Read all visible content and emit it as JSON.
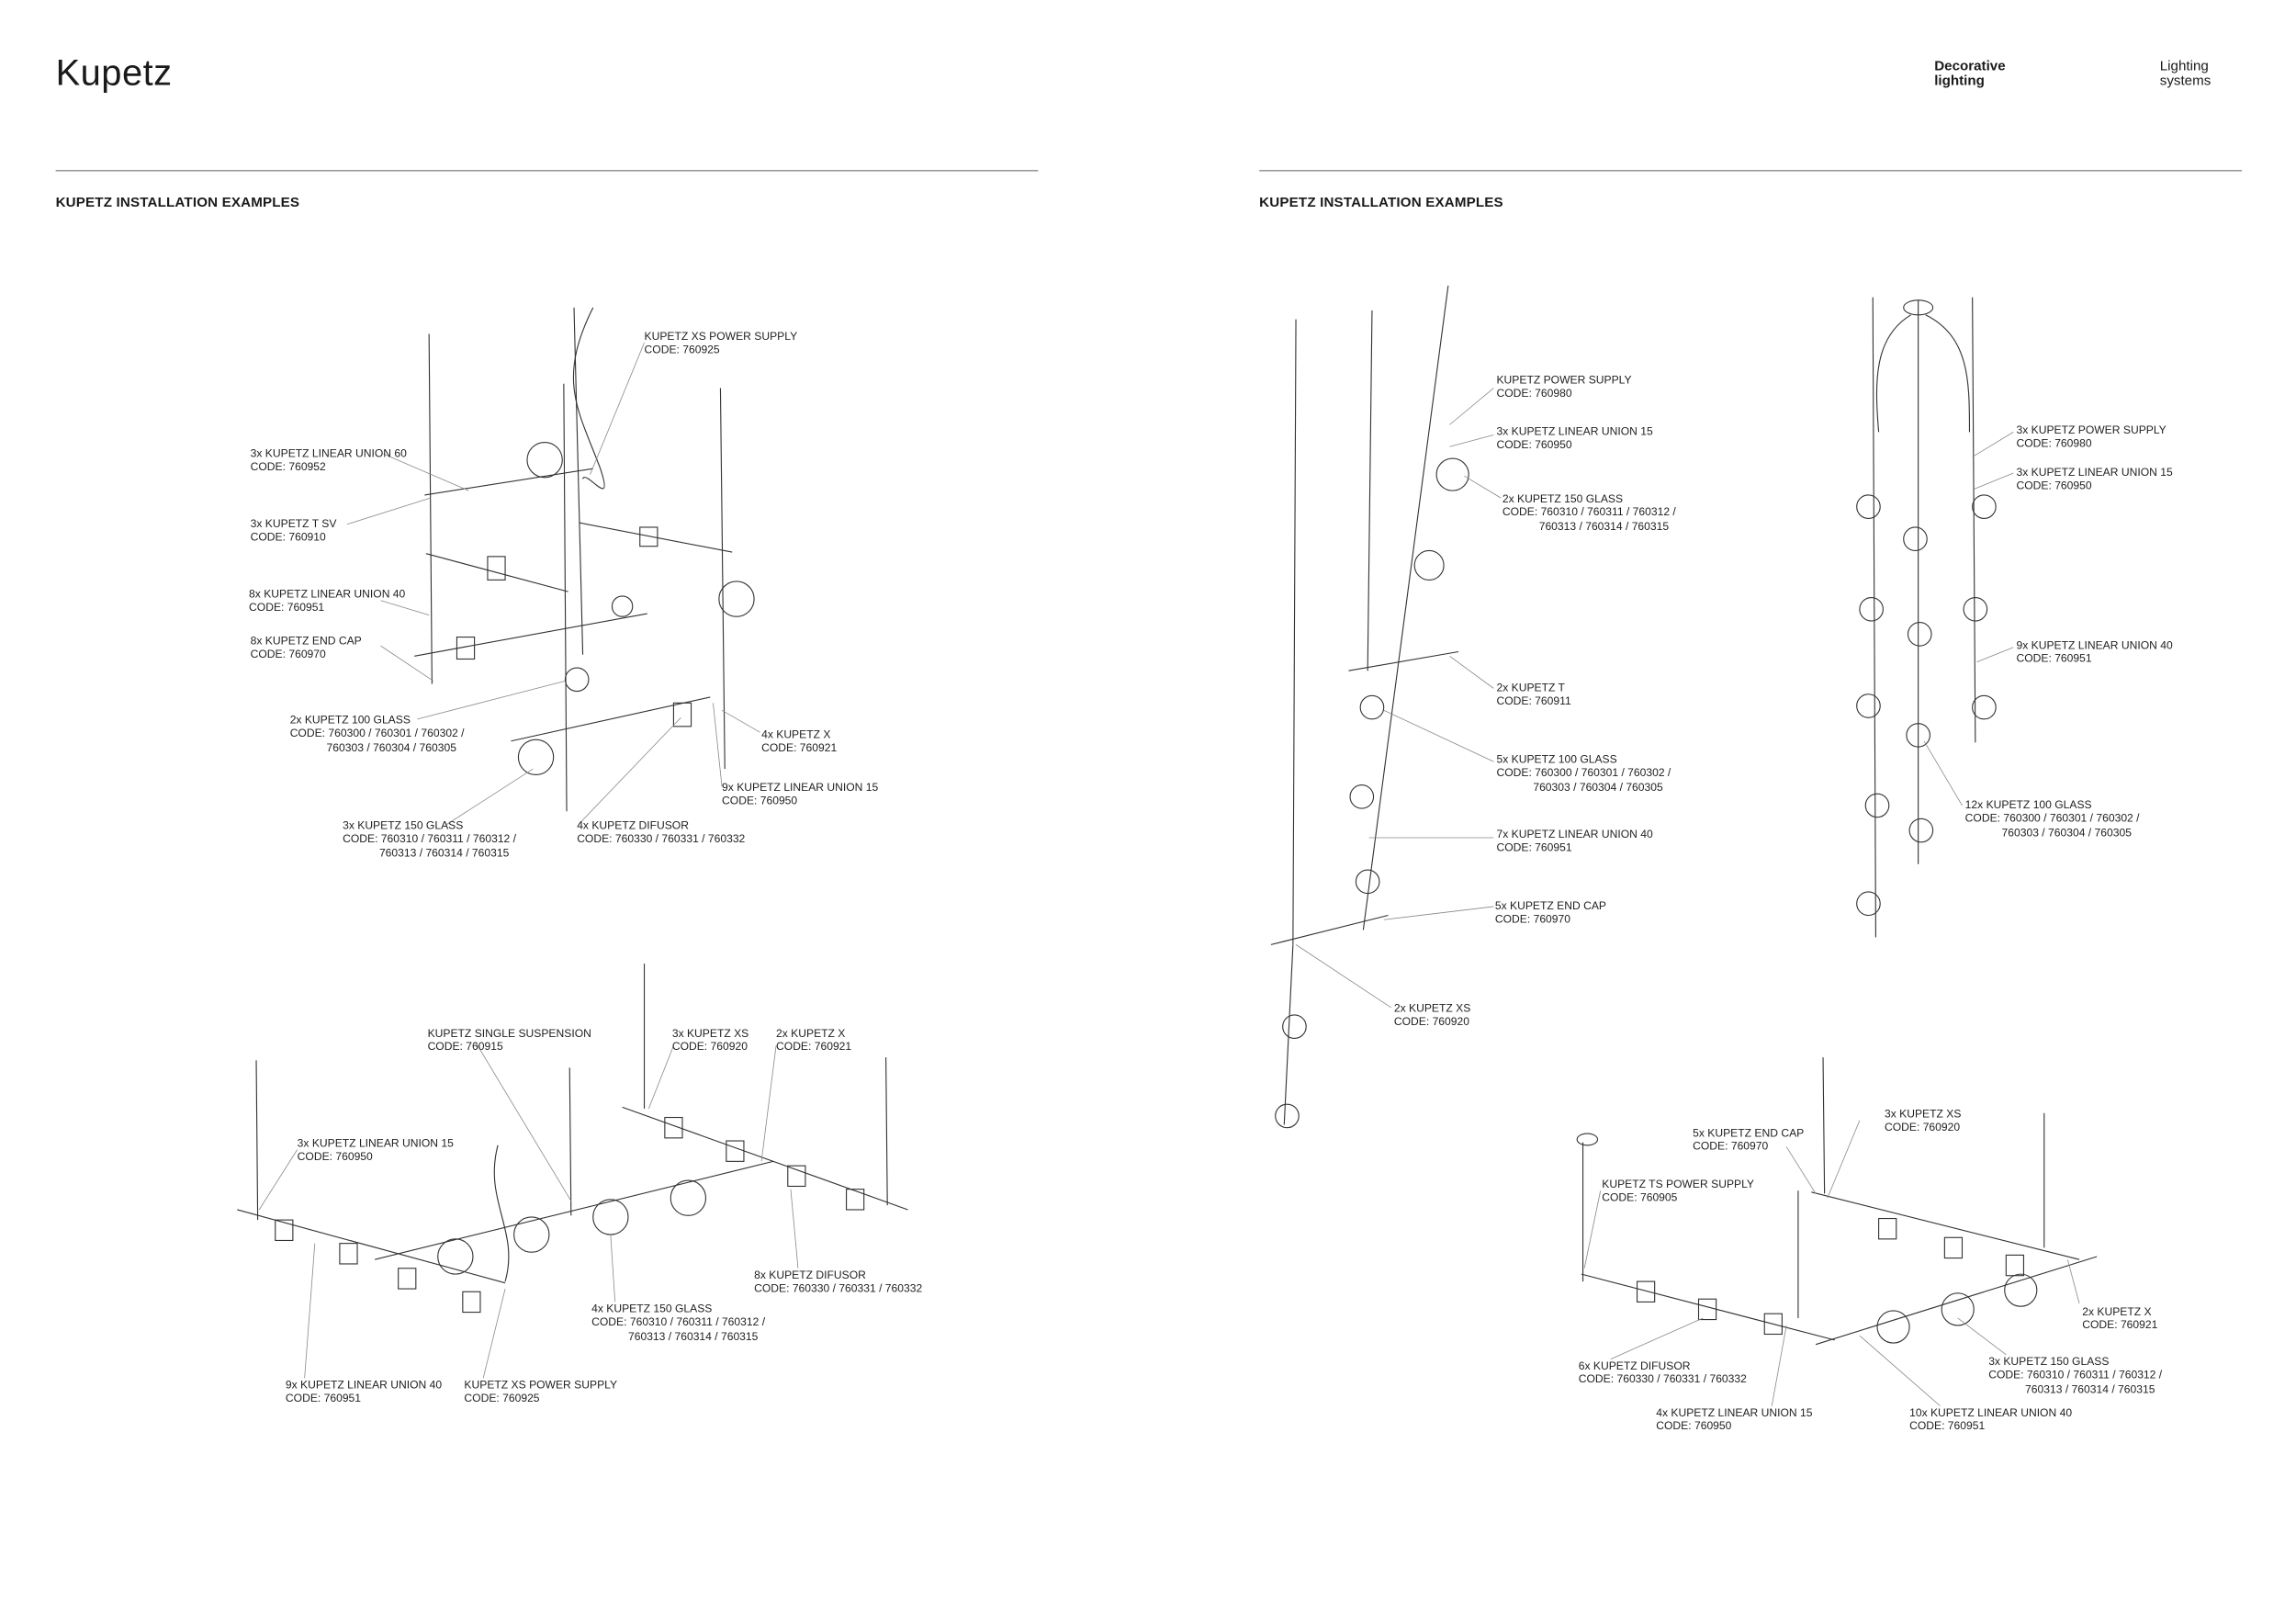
{
  "header": {
    "logo": "Kupetz",
    "nav": [
      {
        "label": "Decorative lighting",
        "active": true
      },
      {
        "label": "Lighting systems",
        "active": false
      }
    ]
  },
  "pages": [
    {
      "section_title": "KUPETZ INSTALLATION EXAMPLES"
    },
    {
      "section_title": "KUPETZ INSTALLATION EXAMPLES"
    }
  ],
  "labels": [
    {
      "title": "KUPETZ XS POWER SUPPLY",
      "code": [
        "CODE: 760925"
      ]
    },
    {
      "title": "3x KUPETZ LINEAR UNION 60",
      "code": [
        "CODE: 760952"
      ]
    },
    {
      "title": "3x KUPETZ T SV",
      "code": [
        "CODE: 760910"
      ]
    },
    {
      "title": "8x KUPETZ LINEAR UNION 40",
      "code": [
        "CODE: 760951"
      ]
    },
    {
      "title": "8x KUPETZ END CAP",
      "code": [
        "CODE: 760970"
      ]
    },
    {
      "title": "2x KUPETZ 100 GLASS",
      "code": [
        "CODE: 760300 / 760301 / 760302 /",
        "760303 / 760304 / 760305"
      ]
    },
    {
      "title": "4x KUPETZ X",
      "code": [
        "CODE: 760921"
      ]
    },
    {
      "title": "9x KUPETZ LINEAR UNION 15",
      "code": [
        "CODE: 760950"
      ]
    },
    {
      "title": "3x KUPETZ 150 GLASS",
      "code": [
        "CODE: 760310 / 760311 / 760312 /",
        "760313 / 760314 / 760315"
      ]
    },
    {
      "title": "4x KUPETZ DIFUSOR",
      "code": [
        "CODE: 760330 / 760331 / 760332"
      ]
    },
    {
      "title": "KUPETZ SINGLE SUSPENSION",
      "code": [
        "CODE: 760915"
      ]
    },
    {
      "title": "3x KUPETZ XS",
      "code": [
        "CODE: 760920"
      ]
    },
    {
      "title": "2x KUPETZ X",
      "code": [
        "CODE: 760921"
      ]
    },
    {
      "title": "3x KUPETZ LINEAR UNION 15",
      "code": [
        "CODE: 760950"
      ]
    },
    {
      "title": "8x KUPETZ DIFUSOR",
      "code": [
        "CODE: 760330 / 760331 / 760332"
      ]
    },
    {
      "title": "4x KUPETZ 150 GLASS",
      "code": [
        "CODE: 760310 / 760311 / 760312 /",
        "760313 / 760314 / 760315"
      ]
    },
    {
      "title": "9x KUPETZ LINEAR UNION 40",
      "code": [
        "CODE: 760951"
      ]
    },
    {
      "title": "KUPETZ XS POWER SUPPLY",
      "code": [
        "CODE: 760925"
      ]
    },
    {
      "title": "KUPETZ POWER SUPPLY",
      "code": [
        "CODE: 760980"
      ]
    },
    {
      "title": "3x KUPETZ LINEAR UNION 15",
      "code": [
        "CODE: 760950"
      ]
    },
    {
      "title": "2x KUPETZ 150 GLASS",
      "code": [
        "CODE: 760310 / 760311 / 760312 /",
        "760313 / 760314 / 760315"
      ]
    },
    {
      "title": "2x KUPETZ T",
      "code": [
        "CODE: 760911"
      ]
    },
    {
      "title": "5x KUPETZ 100 GLASS",
      "code": [
        "CODE: 760300 / 760301 / 760302 /",
        "760303 / 760304 / 760305"
      ]
    },
    {
      "title": "7x KUPETZ LINEAR UNION 40",
      "code": [
        "CODE: 760951"
      ]
    },
    {
      "title": "5x KUPETZ END CAP",
      "code": [
        "CODE: 760970"
      ]
    },
    {
      "title": "2x KUPETZ XS",
      "code": [
        "CODE: 760920"
      ]
    },
    {
      "title": "3x KUPETZ POWER SUPPLY",
      "code": [
        "CODE: 760980"
      ]
    },
    {
      "title": "3x KUPETZ LINEAR UNION 15",
      "code": [
        "CODE: 760950"
      ]
    },
    {
      "title": "9x KUPETZ LINEAR UNION 40",
      "code": [
        "CODE: 760951"
      ]
    },
    {
      "title": "12x KUPETZ 100 GLASS",
      "code": [
        "CODE: 760300 / 760301 / 760302 /",
        "760303 / 760304 / 760305"
      ]
    },
    {
      "title": "5x KUPETZ END CAP",
      "code": [
        "CODE: 760970"
      ]
    },
    {
      "title": "3x KUPETZ XS",
      "code": [
        "CODE: 760920"
      ]
    },
    {
      "title": "KUPETZ TS POWER SUPPLY",
      "code": [
        "CODE: 760905"
      ]
    },
    {
      "title": "2x KUPETZ X",
      "code": [
        "CODE: 760921"
      ]
    },
    {
      "title": "6x KUPETZ DIFUSOR",
      "code": [
        "CODE: 760330 / 760331 / 760332"
      ]
    },
    {
      "title": "3x KUPETZ 150 GLASS",
      "code": [
        "CODE: 760310 / 760311 / 760312 /",
        "760313 / 760314 / 760315"
      ]
    },
    {
      "title": "4x KUPETZ LINEAR UNION 15",
      "code": [
        "CODE: 760950"
      ]
    },
    {
      "title": "10x KUPETZ LINEAR UNION 40",
      "code": [
        "CODE: 760951"
      ]
    }
  ]
}
